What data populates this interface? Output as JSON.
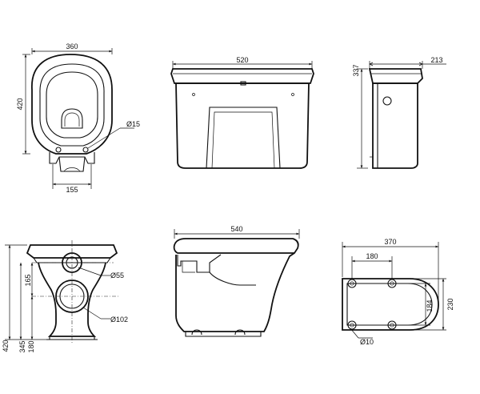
{
  "dimensions": {
    "seat_top_width": "360",
    "seat_top_depth": "420",
    "hole_diameter": "Ø15",
    "hole_spacing": "155",
    "cistern_width": "520",
    "cistern_height": "337",
    "cistern_depth": "213",
    "pan_side_length": "540",
    "front_height": "420",
    "front_outlet_height": "345",
    "front_base_height": "180",
    "outlet_center_height": "165",
    "inlet_diameter": "Ø55",
    "outlet_diameter": "Ø102",
    "base_length": "370",
    "base_hole_spacing_x": "180",
    "base_hole_spacing_y": "184",
    "base_width": "230",
    "base_hole_diameter": "Ø10"
  }
}
